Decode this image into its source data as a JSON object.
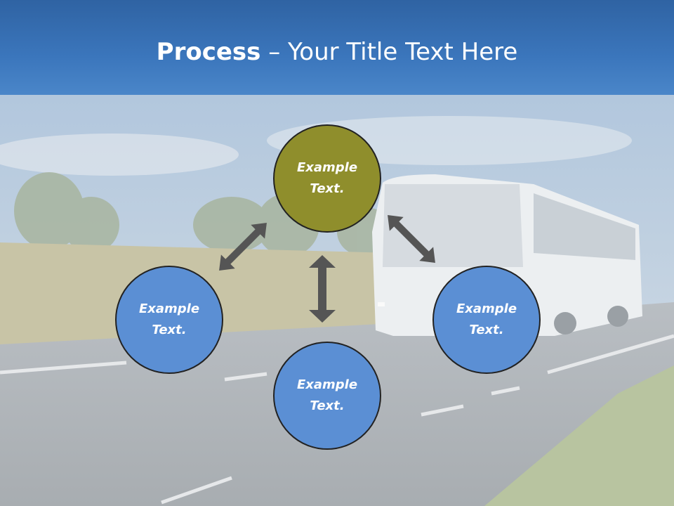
{
  "title": {
    "bold_part": "Process",
    "separator": " – ",
    "rest": "Your Title Text Here"
  },
  "colors": {
    "title_bar": "#3b76bc",
    "top_node_fill": "#8f8e2c",
    "node_fill": "#5b8fd4",
    "node_border": "#222222",
    "arrow": "#555555"
  },
  "background": "photo of a white coach bus on a rural road under blue sky (faded)",
  "nodes": [
    {
      "id": "top",
      "line1": "Example",
      "line2": "Text."
    },
    {
      "id": "left",
      "line1": "Example",
      "line2": "Text."
    },
    {
      "id": "right",
      "line1": "Example",
      "line2": "Text."
    },
    {
      "id": "bottom",
      "line1": "Example",
      "line2": "Text."
    }
  ],
  "arrows": [
    "up-right-to-left",
    "up-left-to-right",
    "vertical-center"
  ]
}
